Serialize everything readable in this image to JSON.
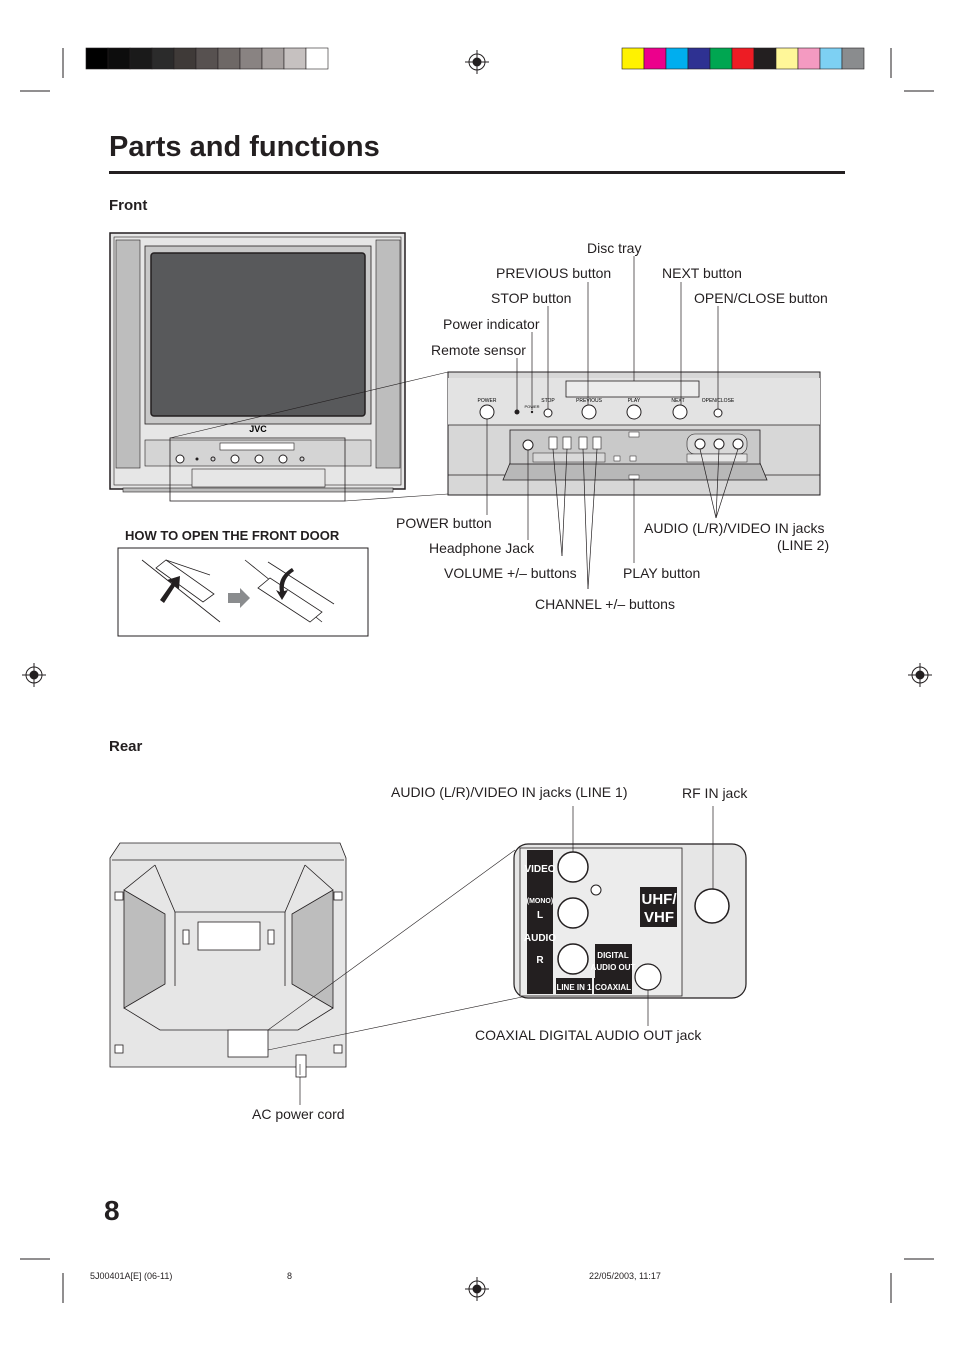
{
  "page": {
    "title": "Parts and functions",
    "page_number": "8",
    "footer": {
      "doc_code": "5J00401A[E] (06-11)",
      "page": "8",
      "timestamp": "22/05/2003, 11:17"
    }
  },
  "front": {
    "heading": "Front",
    "brand": "JVC",
    "door_heading": "HOW TO OPEN THE FRONT DOOR",
    "labels": {
      "disc_tray": "Disc tray",
      "previous_button": "PREVIOUS button",
      "next_button": "NEXT button",
      "stop_button": "STOP button",
      "open_close_button": "OPEN/CLOSE button",
      "power_indicator": "Power indicator",
      "remote_sensor": "Remote sensor",
      "power_button": "POWER button",
      "headphone_jack": "Headphone Jack",
      "volume_buttons": "VOLUME +/– buttons",
      "channel_buttons": "CHANNEL +/– buttons",
      "play_button": "PLAY button",
      "audio_video_in_2": "AUDIO (L/R)/VIDEO IN jacks",
      "audio_video_in_2_line": "(LINE 2)"
    },
    "panel_text": {
      "power": "POWER",
      "stop": "STOP",
      "previous": "PREVIOUS",
      "play": "PLAY",
      "next": "NEXT",
      "open_close": "OPEN/CLOSE",
      "power_small": "POWER"
    }
  },
  "rear": {
    "heading": "Rear",
    "labels": {
      "audio_video_in_1": "AUDIO (L/R)/VIDEO IN jacks (LINE 1)",
      "rf_in": "RF IN jack",
      "coaxial_out": "COAXIAL DIGITAL AUDIO OUT jack",
      "ac_cord": "AC power cord"
    },
    "panel_text": {
      "video": "VIDEO",
      "mono": "(MONO)",
      "l": "L",
      "audio": "AUDIO",
      "r": "R",
      "line_in_1": "LINE IN 1",
      "digital": "DIGITAL",
      "audio_out": "AUDIO OUT",
      "coaxial": "COAXIAL",
      "uhf": "UHF/",
      "vhf": "VHF"
    }
  },
  "colors": {
    "gray_bars": [
      "#000000",
      "#0d0d0d",
      "#1a1a1a",
      "#2b2b2b",
      "#3f3a38",
      "#575150",
      "#6e6866",
      "#898382",
      "#a6a09f",
      "#c6c1c0",
      "#ffffff"
    ],
    "color_bars": [
      "#fff200",
      "#ec008c",
      "#00aeef",
      "#2e3192",
      "#00a651",
      "#ed1c24",
      "#231f20",
      "#fff799",
      "#f49ac1",
      "#7dd0f3",
      "#8a8c8e"
    ]
  }
}
